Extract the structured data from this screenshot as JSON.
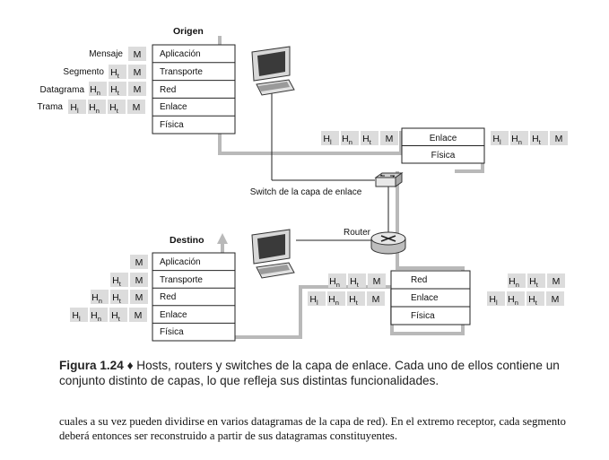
{
  "titles": {
    "origen": "Origen",
    "destino": "Destino"
  },
  "layers": {
    "aplicacion": "Aplicación",
    "transporte": "Transporte",
    "red": "Red",
    "enlace": "Enlace",
    "fisica": "Física"
  },
  "pdu_names": {
    "mensaje": "Mensaje",
    "segmento": "Segmento",
    "datagrama": "Datagrama",
    "trama": "Trama"
  },
  "header_letter": "H",
  "header_subs": {
    "link": "l",
    "net": "n",
    "transport": "t"
  },
  "message_letter": "M",
  "device_labels": {
    "switch": "Switch de la capa de enlace",
    "router": "Router"
  },
  "caption": {
    "fig_label": "Figura 1.24",
    "bullet": "♦",
    "text": "Hosts, routers y switches de la capa de enlace. Cada uno de ellos contiene un conjunto distinto de capas, lo que refleja sus distintas funcionalidades."
  },
  "body_text": "cuales a su vez pueden dividirse en varios datagramas de la capa de red). En el extremo receptor, cada segmento deberá entonces ser reconstruido a partir de sus datagramas constituyentes."
}
